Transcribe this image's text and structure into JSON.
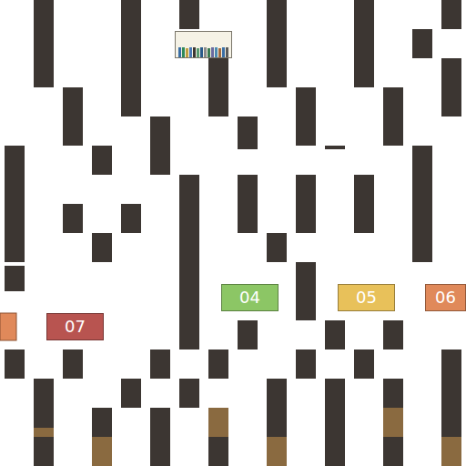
{
  "diagram": {
    "nodes": [
      {
        "text": [
          "04"
        ]
      },
      {
        "text": [
          "05"
        ]
      },
      {
        "text": [
          "06"
        ]
      },
      {
        "text": [
          "07"
        ]
      }
    ]
  }
}
